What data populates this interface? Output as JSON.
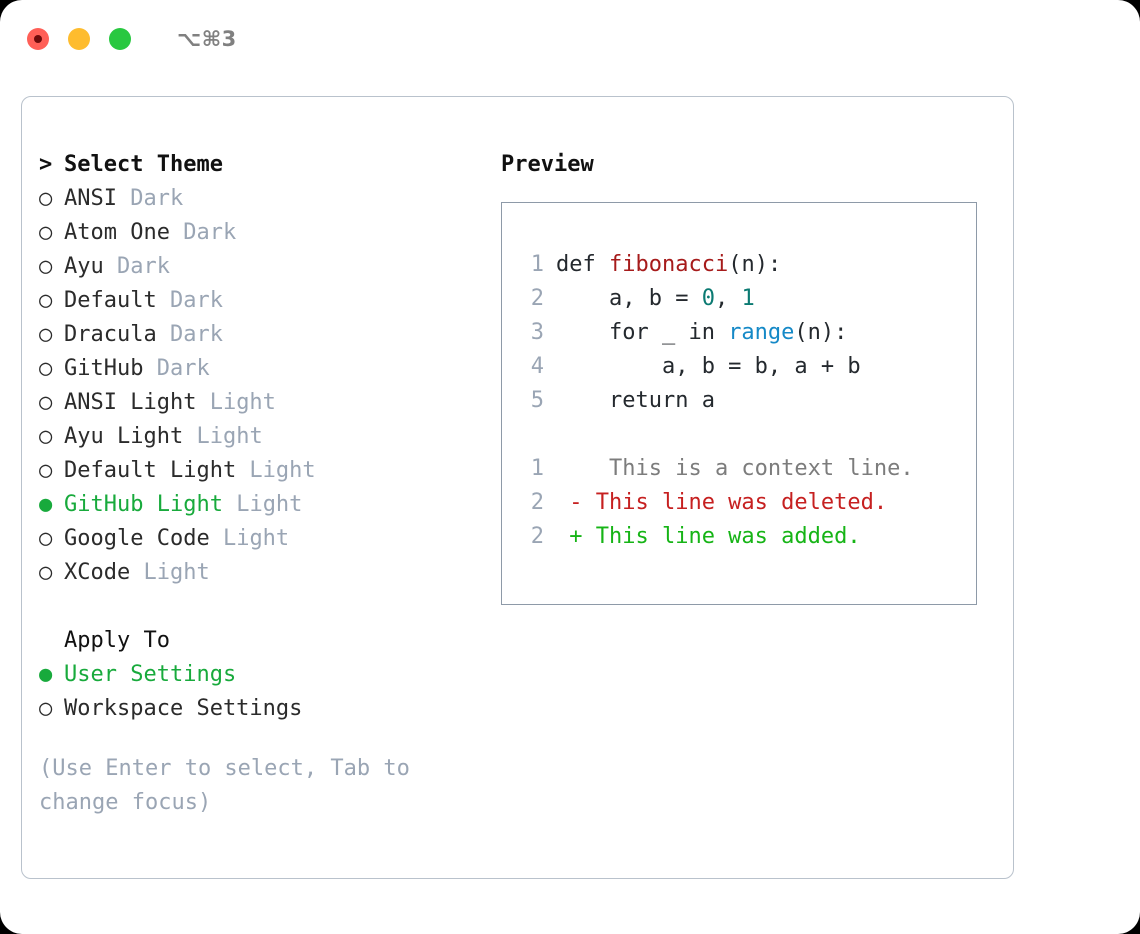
{
  "titlebar": {
    "lights": [
      {
        "name": "close-button",
        "color": "#ff5f57"
      },
      {
        "name": "minimize-button",
        "color": "#febc2e"
      },
      {
        "name": "maximize-button",
        "color": "#28c840"
      }
    ],
    "shortcut": "⌥⌘3"
  },
  "theme_picker": {
    "prompt_marker": ">",
    "header": "Select Theme",
    "selected_marker": "●",
    "unselected_marker": "○",
    "items": [
      {
        "label": "ANSI",
        "suffix": "Dark",
        "selected": false
      },
      {
        "label": "Atom One",
        "suffix": "Dark",
        "selected": false
      },
      {
        "label": "Ayu",
        "suffix": "Dark",
        "selected": false
      },
      {
        "label": "Default",
        "suffix": "Dark",
        "selected": false
      },
      {
        "label": "Dracula",
        "suffix": "Dark",
        "selected": false
      },
      {
        "label": "GitHub",
        "suffix": "Dark",
        "selected": false
      },
      {
        "label": "ANSI Light",
        "suffix": "Light",
        "selected": false
      },
      {
        "label": "Ayu Light",
        "suffix": "Light",
        "selected": false
      },
      {
        "label": "Default Light",
        "suffix": "Light",
        "selected": false
      },
      {
        "label": "GitHub Light",
        "suffix": "Light",
        "selected": true
      },
      {
        "label": "Google Code",
        "suffix": "Light",
        "selected": false
      },
      {
        "label": "XCode",
        "suffix": "Light",
        "selected": false
      }
    ]
  },
  "apply_to": {
    "header": "Apply To",
    "items": [
      {
        "label": "User Settings",
        "selected": true
      },
      {
        "label": "Workspace Settings",
        "selected": false
      }
    ]
  },
  "hint": "(Use Enter to select, Tab to change focus)",
  "preview": {
    "title": "Preview",
    "code_lines": [
      {
        "no": "1",
        "tokens": [
          {
            "text": "def ",
            "type": "plain"
          },
          {
            "text": "fibonacci",
            "type": "func"
          },
          {
            "text": "(n):",
            "type": "plain"
          }
        ]
      },
      {
        "no": "2",
        "tokens": [
          {
            "text": "    a, b = ",
            "type": "plain"
          },
          {
            "text": "0",
            "type": "num"
          },
          {
            "text": ", ",
            "type": "plain"
          },
          {
            "text": "1",
            "type": "num"
          }
        ]
      },
      {
        "no": "3",
        "tokens": [
          {
            "text": "    for _ in ",
            "type": "plain"
          },
          {
            "text": "range",
            "type": "call"
          },
          {
            "text": "(n):",
            "type": "plain"
          }
        ]
      },
      {
        "no": "4",
        "tokens": [
          {
            "text": "        a, b = b, a + b",
            "type": "plain"
          }
        ]
      },
      {
        "no": "5",
        "tokens": [
          {
            "text": "    return a",
            "type": "plain"
          }
        ]
      }
    ],
    "diff_lines": [
      {
        "no": "1",
        "sign": " ",
        "text": "  This is a context line.",
        "type": "ctx"
      },
      {
        "no": "2",
        "sign": "-",
        "text": " This line was deleted.",
        "type": "del"
      },
      {
        "no": "2",
        "sign": "+",
        "text": " This line was added.",
        "type": "add"
      }
    ]
  },
  "colors": {
    "accent_green": "#18aa3c",
    "muted": "#9aa5b4",
    "border": "#b9c2cc",
    "preview_border": "#8e9aa8",
    "diff_add": "#16b416",
    "diff_del": "#c62020",
    "syntax_func": "#a61b1b",
    "syntax_num": "#0b7a72",
    "syntax_call": "#1589c7"
  }
}
